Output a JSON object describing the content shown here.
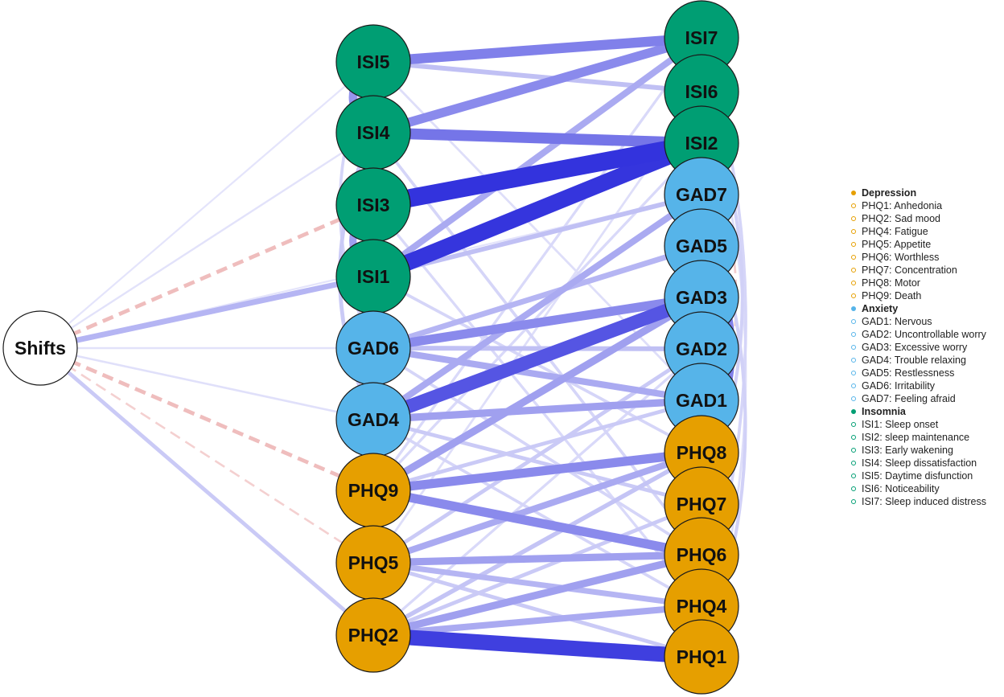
{
  "colors": {
    "depression": "#E69F00",
    "anxiety": "#56B4E9",
    "insomnia": "#009E73",
    "shifts": "#FFFFFF",
    "positive_edge": "#3333DD",
    "negative_edge": "#E8A0A0"
  },
  "nodes": [
    {
      "id": "Shifts",
      "label": "Shifts",
      "group": "shifts"
    },
    {
      "id": "ISI5",
      "label": "ISI5",
      "group": "insomnia"
    },
    {
      "id": "ISI4",
      "label": "ISI4",
      "group": "insomnia"
    },
    {
      "id": "ISI3",
      "label": "ISI3",
      "group": "insomnia"
    },
    {
      "id": "ISI1",
      "label": "ISI1",
      "group": "insomnia"
    },
    {
      "id": "GAD6",
      "label": "GAD6",
      "group": "anxiety"
    },
    {
      "id": "GAD4",
      "label": "GAD4",
      "group": "anxiety"
    },
    {
      "id": "PHQ9",
      "label": "PHQ9",
      "group": "depression"
    },
    {
      "id": "PHQ5",
      "label": "PHQ5",
      "group": "depression"
    },
    {
      "id": "PHQ2",
      "label": "PHQ2",
      "group": "depression"
    },
    {
      "id": "ISI7",
      "label": "ISI7",
      "group": "insomnia"
    },
    {
      "id": "ISI6",
      "label": "ISI6",
      "group": "insomnia"
    },
    {
      "id": "ISI2",
      "label": "ISI2",
      "group": "insomnia"
    },
    {
      "id": "GAD7",
      "label": "GAD7",
      "group": "anxiety"
    },
    {
      "id": "GAD5",
      "label": "GAD5",
      "group": "anxiety"
    },
    {
      "id": "GAD3",
      "label": "GAD3",
      "group": "anxiety"
    },
    {
      "id": "GAD2",
      "label": "GAD2",
      "group": "anxiety"
    },
    {
      "id": "GAD1",
      "label": "GAD1",
      "group": "anxiety"
    },
    {
      "id": "PHQ8",
      "label": "PHQ8",
      "group": "depression"
    },
    {
      "id": "PHQ7",
      "label": "PHQ7",
      "group": "depression"
    },
    {
      "id": "PHQ6",
      "label": "PHQ6",
      "group": "depression"
    },
    {
      "id": "PHQ4",
      "label": "PHQ4",
      "group": "depression"
    },
    {
      "id": "PHQ1",
      "label": "PHQ1",
      "group": "depression"
    }
  ],
  "edges": [
    {
      "from": "ISI3",
      "to": "ISI2",
      "weight": 0.95,
      "sign": "+"
    },
    {
      "from": "ISI1",
      "to": "ISI2",
      "weight": 0.85,
      "sign": "+"
    },
    {
      "from": "PHQ2",
      "to": "PHQ1",
      "weight": 0.8,
      "sign": "+"
    },
    {
      "from": "GAD4",
      "to": "GAD3",
      "weight": 0.7,
      "sign": "+"
    },
    {
      "from": "PHQ4",
      "to": "PHQ1",
      "weight": 0.75,
      "sign": "+",
      "curve": true
    },
    {
      "from": "GAD7",
      "to": "GAD5",
      "weight": 0.6,
      "sign": "+",
      "curve": true
    },
    {
      "from": "GAD2",
      "to": "GAD1",
      "weight": 0.55,
      "sign": "+",
      "curve": true
    },
    {
      "from": "ISI4",
      "to": "ISI2",
      "weight": 0.55,
      "sign": "+"
    },
    {
      "from": "ISI5",
      "to": "ISI7",
      "weight": 0.5,
      "sign": "+"
    },
    {
      "from": "ISI4",
      "to": "ISI7",
      "weight": 0.45,
      "sign": "+"
    },
    {
      "from": "GAD6",
      "to": "GAD3",
      "weight": 0.45,
      "sign": "+"
    },
    {
      "from": "PHQ9",
      "to": "PHQ8",
      "weight": 0.45,
      "sign": "+"
    },
    {
      "from": "PHQ9",
      "to": "PHQ6",
      "weight": 0.45,
      "sign": "+"
    },
    {
      "from": "PHQ5",
      "to": "PHQ6",
      "weight": 0.35,
      "sign": "+"
    },
    {
      "from": "PHQ2",
      "to": "PHQ6",
      "weight": 0.35,
      "sign": "+"
    },
    {
      "from": "GAD5",
      "to": "PHQ8",
      "weight": 0.5,
      "sign": "+",
      "curve": true
    },
    {
      "from": "ISI7",
      "to": "ISI6",
      "weight": 0.45,
      "sign": "+",
      "curve": true
    },
    {
      "from": "ISI5",
      "to": "ISI4",
      "weight": 0.4,
      "sign": "+",
      "curve": true
    },
    {
      "from": "ISI3",
      "to": "ISI1",
      "weight": 0.35,
      "sign": "+",
      "curve": true
    },
    {
      "from": "ISI1",
      "to": "ISI7",
      "weight": 0.3,
      "sign": "+"
    },
    {
      "from": "GAD4",
      "to": "GAD1",
      "weight": 0.35,
      "sign": "+"
    },
    {
      "from": "GAD6",
      "to": "GAD1",
      "weight": 0.3,
      "sign": "+"
    },
    {
      "from": "GAD4",
      "to": "GAD7",
      "weight": 0.3,
      "sign": "+"
    },
    {
      "from": "PHQ9",
      "to": "GAD3",
      "weight": 0.35,
      "sign": "+"
    },
    {
      "from": "PHQ5",
      "to": "PHQ8",
      "weight": 0.3,
      "sign": "+"
    },
    {
      "from": "PHQ2",
      "to": "PHQ4",
      "weight": 0.3,
      "sign": "+"
    },
    {
      "from": "PHQ5",
      "to": "PHQ4",
      "weight": 0.25,
      "sign": "+"
    },
    {
      "from": "ISI5",
      "to": "ISI6",
      "weight": 0.2,
      "sign": "+"
    },
    {
      "from": "ISI1",
      "to": "GAD7",
      "weight": 0.2,
      "sign": "+"
    },
    {
      "from": "GAD6",
      "to": "GAD5",
      "weight": 0.25,
      "sign": "+"
    },
    {
      "from": "GAD6",
      "to": "GAD2",
      "weight": 0.2,
      "sign": "+"
    },
    {
      "from": "GAD4",
      "to": "PHQ7",
      "weight": 0.15,
      "sign": "+"
    },
    {
      "from": "PHQ9",
      "to": "GAD1",
      "weight": 0.15,
      "sign": "+"
    },
    {
      "from": "PHQ5",
      "to": "GAD2",
      "weight": 0.15,
      "sign": "+"
    },
    {
      "from": "PHQ2",
      "to": "PHQ8",
      "weight": 0.18,
      "sign": "+"
    },
    {
      "from": "PHQ2",
      "to": "PHQ7",
      "weight": 0.15,
      "sign": "+"
    },
    {
      "from": "PHQ5",
      "to": "PHQ1",
      "weight": 0.15,
      "sign": "+"
    },
    {
      "from": "GAD3",
      "to": "GAD1",
      "weight": 0.35,
      "sign": "+",
      "curve": true
    },
    {
      "from": "GAD5",
      "to": "GAD2",
      "weight": 0.25,
      "sign": "+",
      "curve": true
    },
    {
      "from": "PHQ8",
      "to": "PHQ6",
      "weight": 0.25,
      "sign": "+",
      "curve": true
    },
    {
      "from": "PHQ7",
      "to": "PHQ4",
      "weight": 0.2,
      "sign": "+",
      "curve": true
    },
    {
      "from": "ISI2",
      "to": "GAD5",
      "weight": 0.15,
      "sign": "+",
      "curve": true
    },
    {
      "from": "ISI6",
      "to": "PHQ7",
      "weight": 0.12,
      "sign": "+",
      "curve": true
    },
    {
      "from": "ISI7",
      "to": "PHQ4",
      "weight": 0.1,
      "sign": "+",
      "curve": true
    },
    {
      "from": "GAD7",
      "to": "PHQ1",
      "weight": 0.12,
      "sign": "+",
      "curve": true
    },
    {
      "from": "ISI4",
      "to": "GAD4",
      "weight": 0.15,
      "sign": "+",
      "curve": true
    },
    {
      "from": "ISI5",
      "to": "GAD6",
      "weight": 0.1,
      "sign": "+",
      "curve": true
    },
    {
      "from": "ISI4",
      "to": "PHQ6",
      "weight": 0.1,
      "sign": "+"
    },
    {
      "from": "ISI3",
      "to": "PHQ4",
      "weight": 0.08,
      "sign": "+"
    },
    {
      "from": "ISI1",
      "to": "PHQ8",
      "weight": 0.1,
      "sign": "+"
    },
    {
      "from": "GAD6",
      "to": "PHQ6",
      "weight": 0.1,
      "sign": "+"
    },
    {
      "from": "GAD4",
      "to": "PHQ4",
      "weight": 0.1,
      "sign": "+"
    },
    {
      "from": "PHQ9",
      "to": "ISI2",
      "weight": 0.08,
      "sign": "+"
    },
    {
      "from": "PHQ5",
      "to": "ISI6",
      "weight": 0.06,
      "sign": "+"
    },
    {
      "from": "PHQ2",
      "to": "GAD2",
      "weight": 0.08,
      "sign": "+"
    },
    {
      "from": "ISI5",
      "to": "GAD1",
      "weight": 0.06,
      "sign": "+"
    },
    {
      "from": "ISI1",
      "to": "Shifts",
      "weight": 0.25,
      "sign": "+"
    },
    {
      "from": "PHQ2",
      "to": "Shifts",
      "weight": 0.15,
      "sign": "+"
    },
    {
      "from": "ISI3",
      "to": "Shifts",
      "weight": 0.15,
      "sign": "-"
    },
    {
      "from": "PHQ9",
      "to": "Shifts",
      "weight": 0.15,
      "sign": "-"
    },
    {
      "from": "ISI4",
      "to": "Shifts",
      "weight": 0.04,
      "sign": "+"
    },
    {
      "from": "ISI5",
      "to": "Shifts",
      "weight": 0.03,
      "sign": "+"
    },
    {
      "from": "GAD6",
      "to": "Shifts",
      "weight": 0.04,
      "sign": "+"
    },
    {
      "from": "GAD4",
      "to": "Shifts",
      "weight": 0.05,
      "sign": "+"
    },
    {
      "from": "PHQ5",
      "to": "Shifts",
      "weight": 0.05,
      "sign": "-"
    },
    {
      "from": "ISI1",
      "to": "Shifts",
      "weight": 0.06,
      "sign": "-"
    },
    {
      "from": "GAD7",
      "to": "Shifts",
      "weight": 0.03,
      "sign": "+"
    },
    {
      "from": "ISI7",
      "to": "PHQ9",
      "weight": 0.08,
      "sign": "+",
      "curve": true
    },
    {
      "from": "ISI6",
      "to": "PHQ1",
      "weight": 0.06,
      "sign": "+",
      "curve": true
    },
    {
      "from": "ISI2",
      "to": "PHQ8",
      "weight": 0.06,
      "sign": "-",
      "curve": true
    }
  ],
  "legend": {
    "groups": [
      {
        "title": "Depression",
        "group": "depression",
        "items": [
          "PHQ1: Anhedonia",
          "PHQ2: Sad mood",
          "PHQ4: Fatigue",
          "PHQ5: Appetite",
          "PHQ6: Worthless",
          "PHQ7: Concentration",
          "PHQ8: Motor",
          "PHQ9: Death"
        ]
      },
      {
        "title": "Anxiety",
        "group": "anxiety",
        "items": [
          "GAD1: Nervous",
          "GAD2: Uncontrollable worry",
          "GAD3: Excessive worry",
          "GAD4: Trouble relaxing",
          "GAD5: Restlessness",
          "GAD6: Irritability",
          "GAD7: Feeling afraid"
        ]
      },
      {
        "title": "Insomnia",
        "group": "insomnia",
        "items": [
          "ISI1: Sleep onset",
          "ISI2: sleep maintenance",
          "ISI3: Early wakening",
          "ISI4: Sleep dissatisfaction",
          "ISI5: Daytime disfunction",
          "ISI6: Noticeability",
          "ISI7: Sleep induced distress"
        ]
      }
    ]
  }
}
